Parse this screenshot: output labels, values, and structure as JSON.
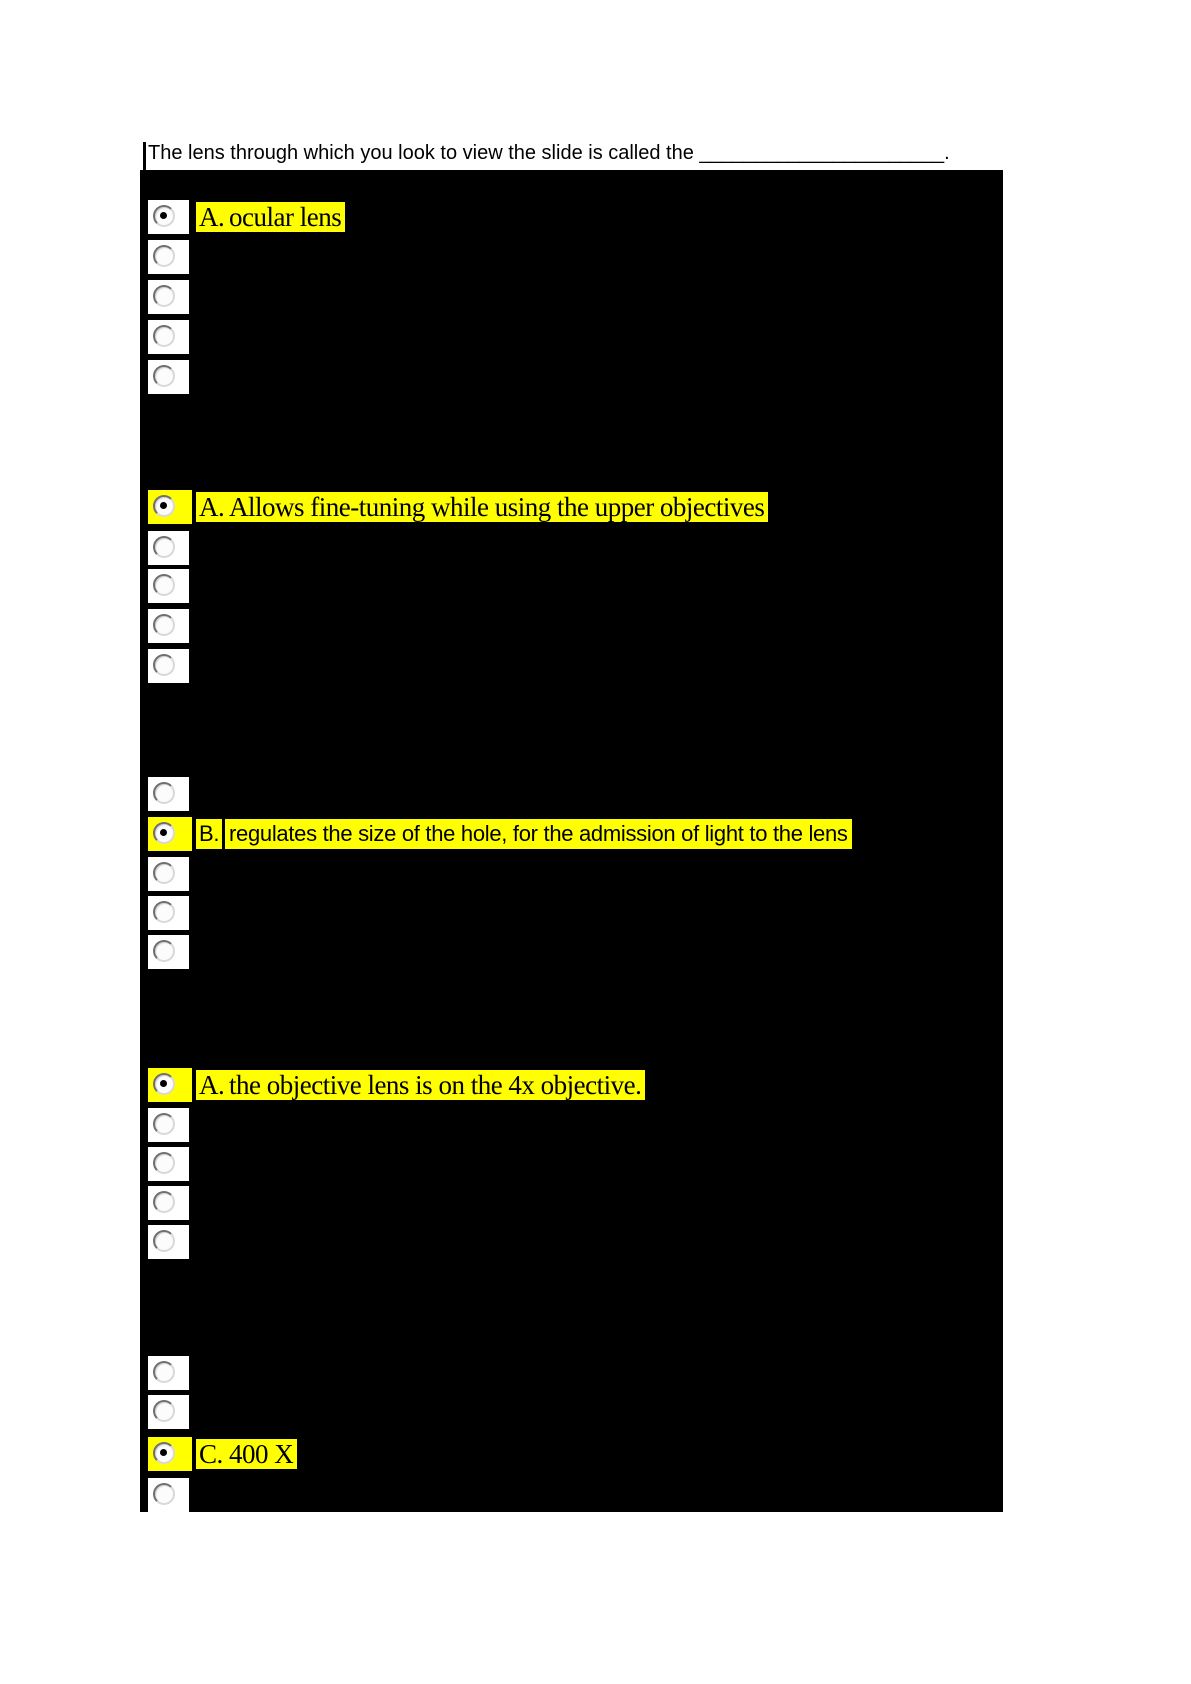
{
  "question": {
    "text": "The lens through which you look to view the slide is called the ",
    "blank": "______________________",
    "period": "."
  },
  "colors": {
    "highlight": "#ffff00",
    "panel_bg": "#000000",
    "page_bg": "#ffffff",
    "text": "#000000"
  },
  "groups": [
    {
      "id": "question-1",
      "options": [
        {
          "selected": true,
          "highlighted": false,
          "label": "A.",
          "text": "ocular lens",
          "font": "serif"
        },
        {
          "selected": false
        },
        {
          "selected": false
        },
        {
          "selected": false
        },
        {
          "selected": false
        }
      ]
    },
    {
      "id": "question-2",
      "options": [
        {
          "selected": true,
          "highlighted": true,
          "label": "A.",
          "text": "Allows fine-tuning while using the upper objectives",
          "font": "serif"
        },
        {
          "selected": false
        },
        {
          "selected": false
        },
        {
          "selected": false
        },
        {
          "selected": false
        }
      ]
    },
    {
      "id": "question-3",
      "options": [
        {
          "selected": false
        },
        {
          "selected": true,
          "highlighted": true,
          "label": "B.",
          "text": "regulates the size of the hole, for the admission of light to the lens",
          "font": "sans"
        },
        {
          "selected": false
        },
        {
          "selected": false
        },
        {
          "selected": false
        }
      ]
    },
    {
      "id": "question-4",
      "options": [
        {
          "selected": true,
          "highlighted": true,
          "label": "A.",
          "text": "the objective lens is on the 4x objective.",
          "font": "serif"
        },
        {
          "selected": false
        },
        {
          "selected": false
        },
        {
          "selected": false
        },
        {
          "selected": false
        }
      ]
    },
    {
      "id": "question-5",
      "options": [
        {
          "selected": false
        },
        {
          "selected": false
        },
        {
          "selected": true,
          "highlighted": true,
          "label": "C.",
          "text": "400 X",
          "font": "serif"
        },
        {
          "selected": false
        }
      ]
    }
  ]
}
